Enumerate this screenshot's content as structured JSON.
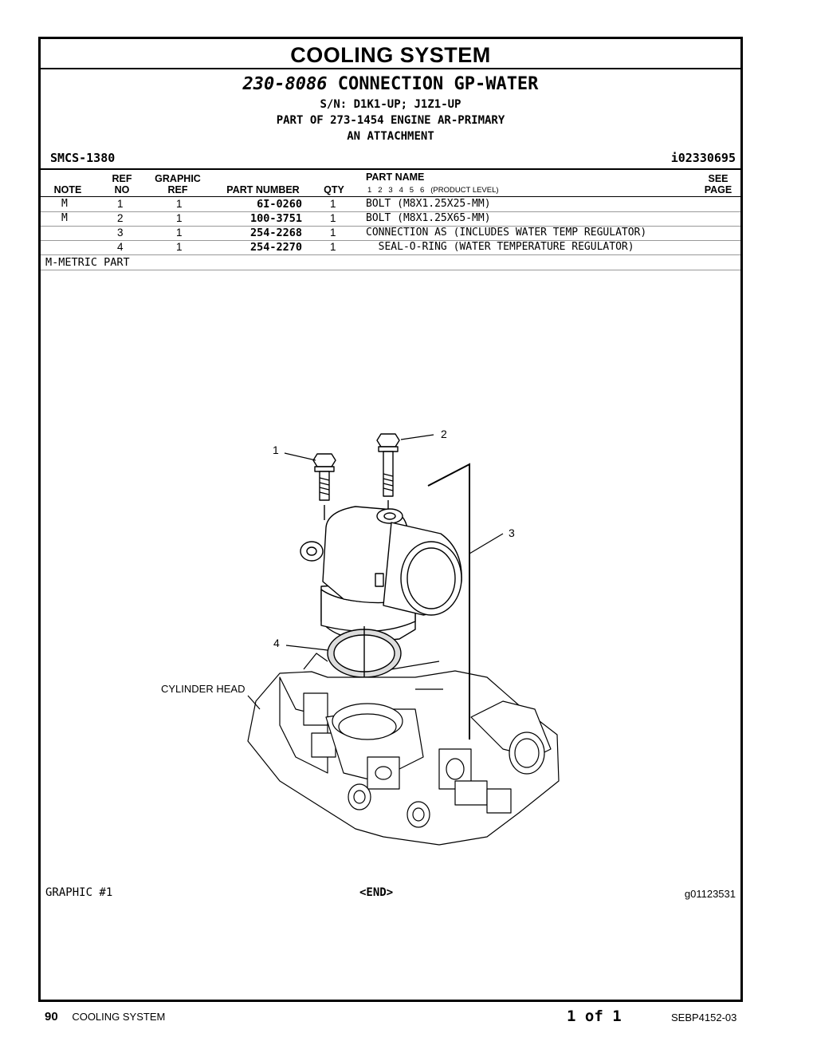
{
  "section_title": "COOLING SYSTEM",
  "group": {
    "number": "230-8086",
    "name": "CONNECTION GP-WATER",
    "serial": "S/N: D1K1-UP; J1Z1-UP",
    "part_of": "PART OF 273-1454 ENGINE AR-PRIMARY",
    "attachment": "AN ATTACHMENT"
  },
  "smcs": "SMCS-1380",
  "illustration_id": "i02330695",
  "table": {
    "headers": {
      "note": "NOTE",
      "ref_no_1": "REF",
      "ref_no_2": "NO",
      "graphic_ref_1": "GRAPHIC",
      "graphic_ref_2": "REF",
      "part_number": "PART NUMBER",
      "qty": "QTY",
      "part_name": "PART NAME",
      "product_level": "1   2   3   4   5   6   (PRODUCT LEVEL)",
      "see_page_1": "SEE",
      "see_page_2": "PAGE"
    },
    "rows": [
      {
        "note": "M",
        "ref_no": "1",
        "graphic_ref": "1",
        "part_number": "6I-0260",
        "qty": "1",
        "part_name": "BOLT (M8X1.25X25-MM)"
      },
      {
        "note": "M",
        "ref_no": "2",
        "graphic_ref": "1",
        "part_number": "100-3751",
        "qty": "1",
        "part_name": "BOLT (M8X1.25X65-MM)"
      },
      {
        "note": "",
        "ref_no": "3",
        "graphic_ref": "1",
        "part_number": "254-2268",
        "qty": "1",
        "part_name": "CONNECTION AS (INCLUDES WATER TEMP REGULATOR)"
      },
      {
        "note": "",
        "ref_no": "4",
        "graphic_ref": "1",
        "part_number": "254-2270",
        "qty": "1",
        "part_name": "  SEAL-O-RING (WATER TEMPERATURE REGULATOR)"
      }
    ]
  },
  "note_footer": "M-METRIC PART",
  "diagram": {
    "callouts": [
      "1",
      "2",
      "3",
      "4"
    ],
    "label": "CYLINDER HEAD"
  },
  "graphic_label": "GRAPHIC #1",
  "end_label": "<END>",
  "graphic_id": "g01123531",
  "footer": {
    "page_number": "90",
    "section": "COOLING SYSTEM",
    "page_of": "1 of 1",
    "doc_id": "SEBP4152-03"
  }
}
